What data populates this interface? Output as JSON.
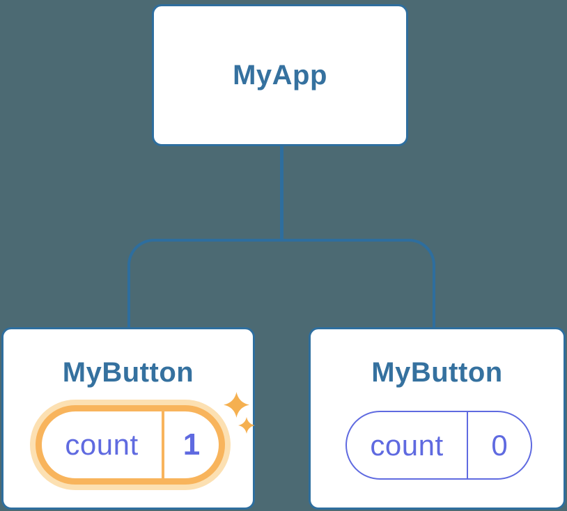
{
  "colors": {
    "background": "#4c6a73",
    "node_background": "#ffffff",
    "node_border_blue": "#2e6e9e",
    "node_title_blue": "#35719f",
    "connector_blue": "#2e6e9e",
    "state_purple": "#5f6ae0",
    "highlight_orange": "#f8b45c",
    "highlight_orange_light": "#fce0b2",
    "sparkle_orange": "#f5b050"
  },
  "tree": {
    "root": {
      "label": "MyApp"
    },
    "children": [
      {
        "label": "MyButton",
        "state": {
          "key": "count",
          "value": "1"
        },
        "highlighted": true
      },
      {
        "label": "MyButton",
        "state": {
          "key": "count",
          "value": "0"
        },
        "highlighted": false
      }
    ]
  }
}
